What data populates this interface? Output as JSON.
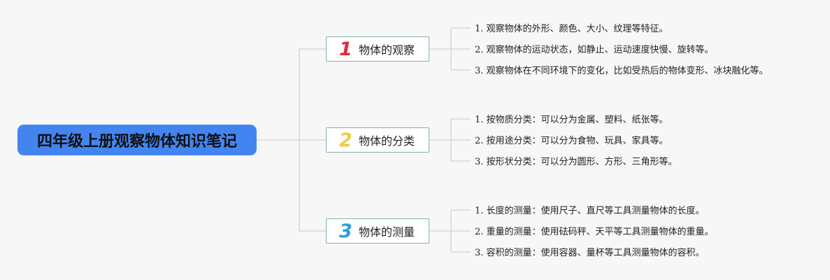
{
  "root": {
    "title": "四年级上册观察物体知识笔记"
  },
  "branches": [
    {
      "number": "1",
      "number_color": "#e02a3c",
      "label": "物体的观察",
      "items": [
        "1. 观察物体的外形、颜色、大小、纹理等特征。",
        "2. 观察物体的运动状态，如静止、运动速度快慢、旋转等。",
        "3. 观察物体在不同环境下的变化，比如受热后的物体变形、冰块融化等。"
      ]
    },
    {
      "number": "2",
      "number_color": "#f2c94c",
      "label": "物体的分类",
      "items": [
        "1. 按物质分类：可以分为金属、塑料、纸张等。",
        "2. 按用途分类：可以分为食物、玩具、家具等。",
        "3. 按形状分类：可以分为圆形、方形、三角形等。"
      ]
    },
    {
      "number": "3",
      "number_color": "#2b9fd8",
      "label": "物体的测量",
      "items": [
        "1. 长度的测量：使用尺子、直尺等工具测量物体的长度。",
        "2. 重量的测量：使用砝码秤、天平等工具测量物体的重量。",
        "3. 容积的测量：使用容器、量杯等工具测量物体的容积。"
      ]
    }
  ],
  "colors": {
    "background": "#f7f7f7",
    "root_fill": "#4285f0",
    "branch_border": "#7fb3a8",
    "connector": "#d9d9d9"
  }
}
